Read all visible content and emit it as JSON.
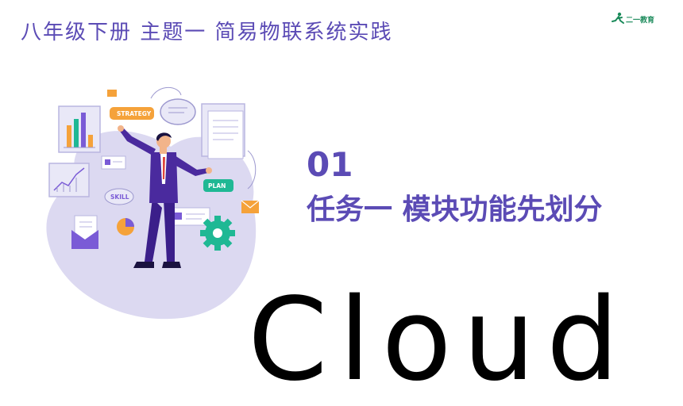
{
  "header": {
    "title": "八年级下册 主题一 简易物联系统实践"
  },
  "logo": {
    "text": "二一教育",
    "icon": "runner-icon"
  },
  "section": {
    "number": "01",
    "title": "任务一  模块功能先划分"
  },
  "watermark": {
    "text": "Cloud"
  },
  "illustration": {
    "tags": {
      "strategy": "STRATEGY",
      "skill": "SKILL",
      "plan": "PLAN"
    }
  },
  "colors": {
    "accent": "#5b4bb5",
    "blob": "#dcd9f1",
    "teal": "#1fb894",
    "orange": "#f5a23a",
    "suit": "#4a2a9e",
    "pants": "#3b1f8a"
  }
}
